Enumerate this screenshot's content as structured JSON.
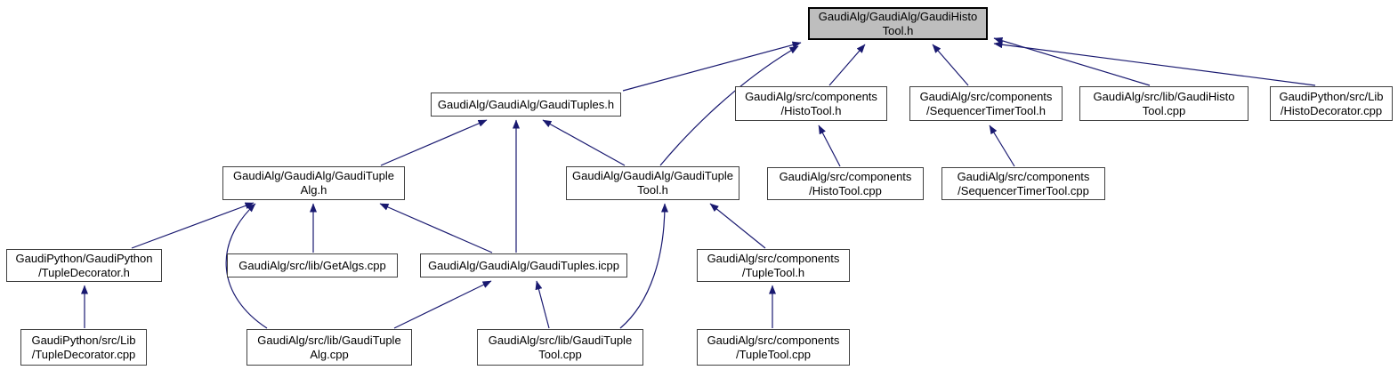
{
  "diagram": {
    "kind": "include-dependency-graph",
    "root_file": "GaudiAlg/GaudiAlg/GaudiHistoTool.h",
    "colors": {
      "edge": "#191970",
      "root_fill": "#bebebe",
      "node_fill": "#ffffff",
      "node_border": "#404040",
      "text": "#000000"
    }
  },
  "nodes": [
    {
      "id": "gaudihistotool-h",
      "lines": [
        "GaudiAlg/GaudiAlg/GaudiHisto",
        "Tool.h"
      ]
    },
    {
      "id": "gaudituples-h",
      "lines": [
        "GaudiAlg/GaudiAlg/GaudiTuples.h"
      ]
    },
    {
      "id": "histotool-h",
      "lines": [
        "GaudiAlg/src/components",
        "/HistoTool.h"
      ]
    },
    {
      "id": "sequencertimertool-h",
      "lines": [
        "GaudiAlg/src/components",
        "/SequencerTimerTool.h"
      ]
    },
    {
      "id": "gaudihistotool-cpp",
      "lines": [
        "GaudiAlg/src/lib/GaudiHisto",
        "Tool.cpp"
      ]
    },
    {
      "id": "histodecorator-cpp",
      "lines": [
        "GaudiPython/src/Lib",
        "/HistoDecorator.cpp"
      ]
    },
    {
      "id": "gaudituplealg-h",
      "lines": [
        "GaudiAlg/GaudiAlg/GaudiTuple",
        "Alg.h"
      ]
    },
    {
      "id": "gaudidupletool-h",
      "lines": [
        "GaudiAlg/GaudiAlg/GaudiTuple",
        "Tool.h"
      ]
    },
    {
      "id": "histotool-cpp",
      "lines": [
        "GaudiAlg/src/components",
        "/HistoTool.cpp"
      ]
    },
    {
      "id": "sequencertimertool-cpp",
      "lines": [
        "GaudiAlg/src/components",
        "/SequencerTimerTool.cpp"
      ]
    },
    {
      "id": "tupledecorator-h",
      "lines": [
        "GaudiPython/GaudiPython",
        "/TupleDecorator.h"
      ]
    },
    {
      "id": "getalgs-cpp",
      "lines": [
        "GaudiAlg/src/lib/GetAlgs.cpp"
      ]
    },
    {
      "id": "gaudituples-icpp",
      "lines": [
        "GaudiAlg/GaudiAlg/GaudiTuples.icpp"
      ]
    },
    {
      "id": "tupletool-h",
      "lines": [
        "GaudiAlg/src/components",
        "/TupleTool.h"
      ]
    },
    {
      "id": "tupledecorator-cpp",
      "lines": [
        "GaudiPython/src/Lib",
        "/TupleDecorator.cpp"
      ]
    },
    {
      "id": "gaudituplealg-cpp",
      "lines": [
        "GaudiAlg/src/lib/GaudiTuple",
        "Alg.cpp"
      ]
    },
    {
      "id": "gaudidupletool-cpp",
      "lines": [
        "GaudiAlg/src/lib/GaudiTuple",
        "Tool.cpp"
      ]
    },
    {
      "id": "tupletool-cpp",
      "lines": [
        "GaudiAlg/src/components",
        "/TupleTool.cpp"
      ]
    }
  ],
  "edges": [
    {
      "from": "GaudiAlg/GaudiAlg/GaudiTuples.h",
      "to": "GaudiAlg/GaudiAlg/GaudiHistoTool.h"
    },
    {
      "from": "GaudiAlg/GaudiAlg/GaudiTupleTool.h",
      "to": "GaudiAlg/GaudiAlg/GaudiHistoTool.h"
    },
    {
      "from": "GaudiAlg/src/components/HistoTool.h",
      "to": "GaudiAlg/GaudiAlg/GaudiHistoTool.h"
    },
    {
      "from": "GaudiAlg/src/components/SequencerTimerTool.h",
      "to": "GaudiAlg/GaudiAlg/GaudiHistoTool.h"
    },
    {
      "from": "GaudiAlg/src/lib/GaudiHistoTool.cpp",
      "to": "GaudiAlg/GaudiAlg/GaudiHistoTool.h"
    },
    {
      "from": "GaudiPython/src/Lib/HistoDecorator.cpp",
      "to": "GaudiAlg/GaudiAlg/GaudiHistoTool.h"
    },
    {
      "from": "GaudiAlg/GaudiAlg/GaudiTupleAlg.h",
      "to": "GaudiAlg/GaudiAlg/GaudiTuples.h"
    },
    {
      "from": "GaudiAlg/GaudiAlg/GaudiTuples.icpp",
      "to": "GaudiAlg/GaudiAlg/GaudiTuples.h"
    },
    {
      "from": "GaudiAlg/GaudiAlg/GaudiTupleTool.h",
      "to": "GaudiAlg/GaudiAlg/GaudiTuples.h"
    },
    {
      "from": "GaudiAlg/src/components/HistoTool.cpp",
      "to": "GaudiAlg/src/components/HistoTool.h"
    },
    {
      "from": "GaudiAlg/src/components/SequencerTimerTool.cpp",
      "to": "GaudiAlg/src/components/SequencerTimerTool.h"
    },
    {
      "from": "GaudiPython/GaudiPython/TupleDecorator.h",
      "to": "GaudiAlg/GaudiAlg/GaudiTupleAlg.h"
    },
    {
      "from": "GaudiAlg/src/lib/GaudiTupleAlg.cpp",
      "to": "GaudiAlg/GaudiAlg/GaudiTupleAlg.h"
    },
    {
      "from": "GaudiAlg/src/lib/GetAlgs.cpp",
      "to": "GaudiAlg/GaudiAlg/GaudiTupleAlg.h"
    },
    {
      "from": "GaudiAlg/GaudiAlg/GaudiTuples.icpp",
      "to": "GaudiAlg/GaudiAlg/GaudiTupleAlg.h"
    },
    {
      "from": "GaudiAlg/src/components/TupleTool.h",
      "to": "GaudiAlg/GaudiAlg/GaudiTupleTool.h"
    },
    {
      "from": "GaudiAlg/src/lib/GaudiTupleTool.cpp",
      "to": "GaudiAlg/GaudiAlg/GaudiTupleTool.h"
    },
    {
      "from": "GaudiAlg/src/lib/GaudiTupleAlg.cpp",
      "to": "GaudiAlg/GaudiAlg/GaudiTuples.icpp"
    },
    {
      "from": "GaudiAlg/src/lib/GaudiTupleTool.cpp",
      "to": "GaudiAlg/GaudiAlg/GaudiTuples.icpp"
    },
    {
      "from": "GaudiAlg/src/components/TupleTool.cpp",
      "to": "GaudiAlg/src/components/TupleTool.h"
    },
    {
      "from": "GaudiPython/src/Lib/TupleDecorator.cpp",
      "to": "GaudiPython/GaudiPython/TupleDecorator.h"
    }
  ]
}
